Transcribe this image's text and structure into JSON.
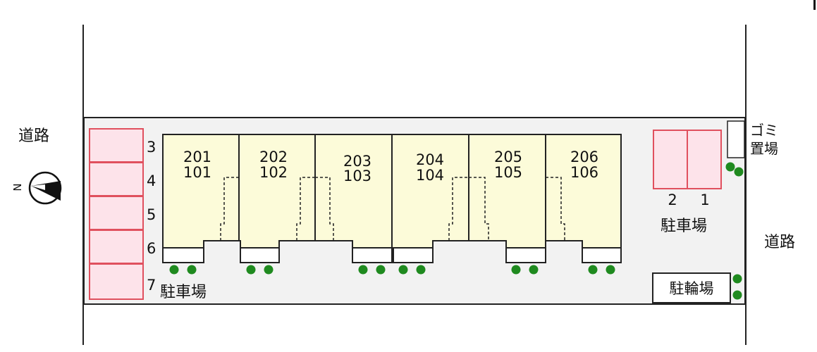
{
  "labels": {
    "road_left": "道路",
    "road_right": "道路",
    "compass_n": "N",
    "parking": "駐車場",
    "parking_right": "駐車場",
    "garbage_line1": "ゴミ",
    "garbage_line2": "置場",
    "bicycle": "駐輪場"
  },
  "parking_left_numbers": [
    "3",
    "4",
    "5",
    "6",
    "7"
  ],
  "parking_right_numbers": [
    "2",
    "1"
  ],
  "units": [
    {
      "upper": "201",
      "lower": "101"
    },
    {
      "upper": "202",
      "lower": "102"
    },
    {
      "upper": "203",
      "lower": "103"
    },
    {
      "upper": "204",
      "lower": "104"
    },
    {
      "upper": "205",
      "lower": "105"
    },
    {
      "upper": "206",
      "lower": "106"
    }
  ],
  "colors": {
    "unit_fill": "#fcfbd9",
    "parking_fill": "#fde3ea",
    "parking_stroke": "#e0505e",
    "lot_fill": "#f2f2f2",
    "tree": "#1f8a1f"
  }
}
